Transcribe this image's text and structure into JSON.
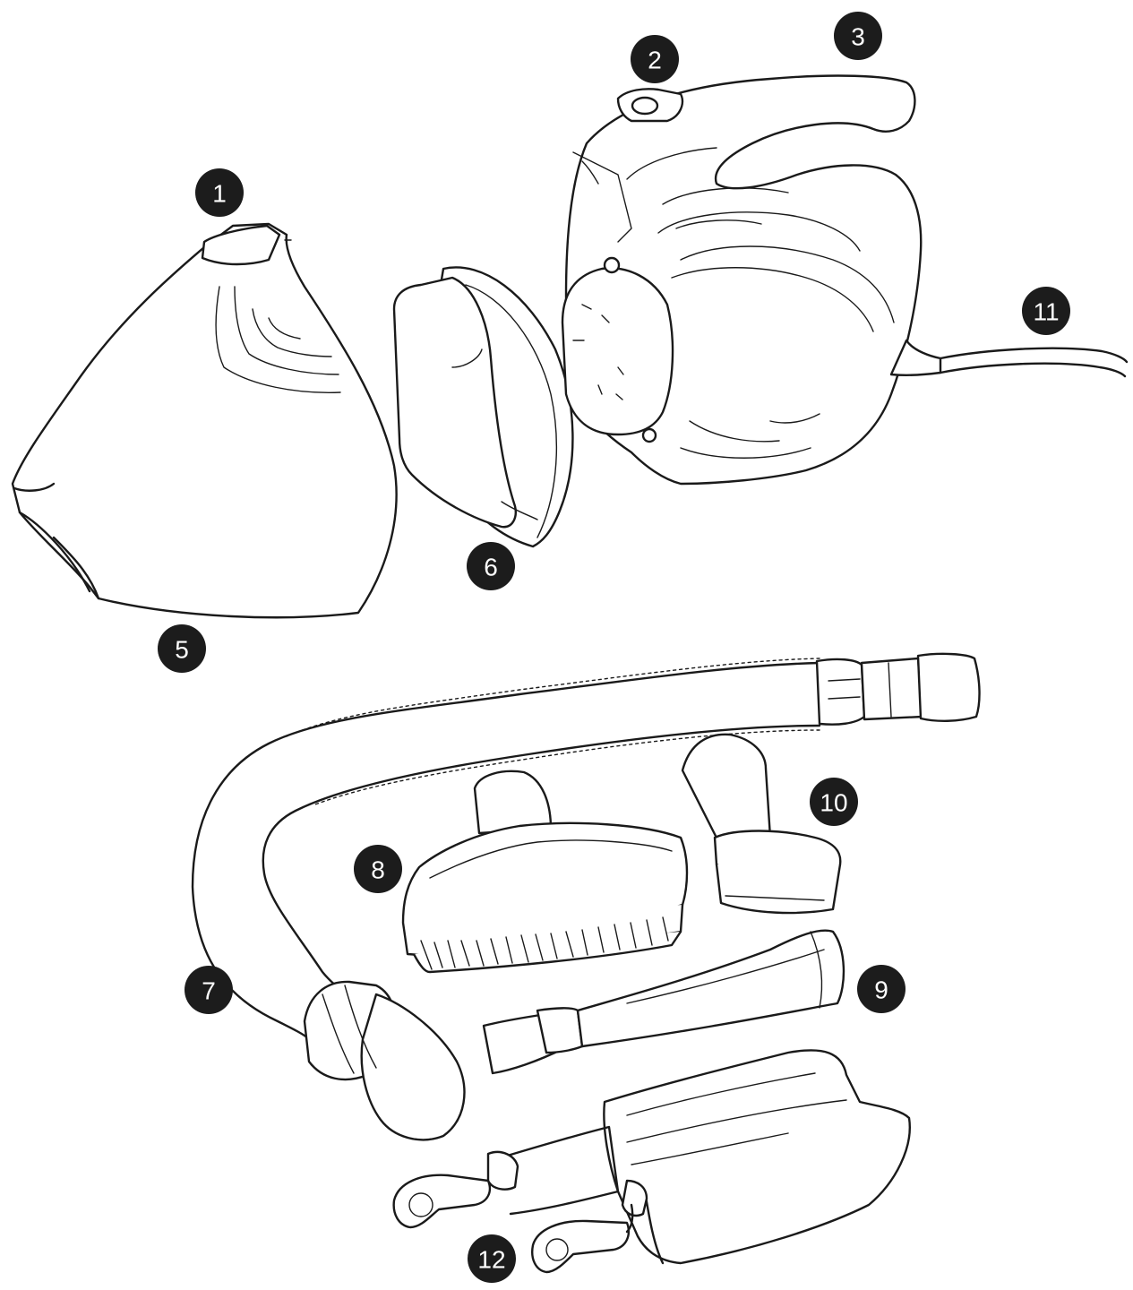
{
  "callouts": [
    {
      "id": "1",
      "label": "1"
    },
    {
      "id": "2",
      "label": "2"
    },
    {
      "id": "3",
      "label": "3"
    },
    {
      "id": "5",
      "label": "5"
    },
    {
      "id": "6",
      "label": "6"
    },
    {
      "id": "7",
      "label": "7"
    },
    {
      "id": "8",
      "label": "8"
    },
    {
      "id": "9",
      "label": "9"
    },
    {
      "id": "10",
      "label": "10"
    },
    {
      "id": "11",
      "label": "11"
    },
    {
      "id": "12",
      "label": "12"
    }
  ],
  "colors": {
    "line": "#1a1a1a",
    "badge": "#1c1c1c",
    "badge_text": "#ffffff",
    "background": "#ffffff"
  }
}
